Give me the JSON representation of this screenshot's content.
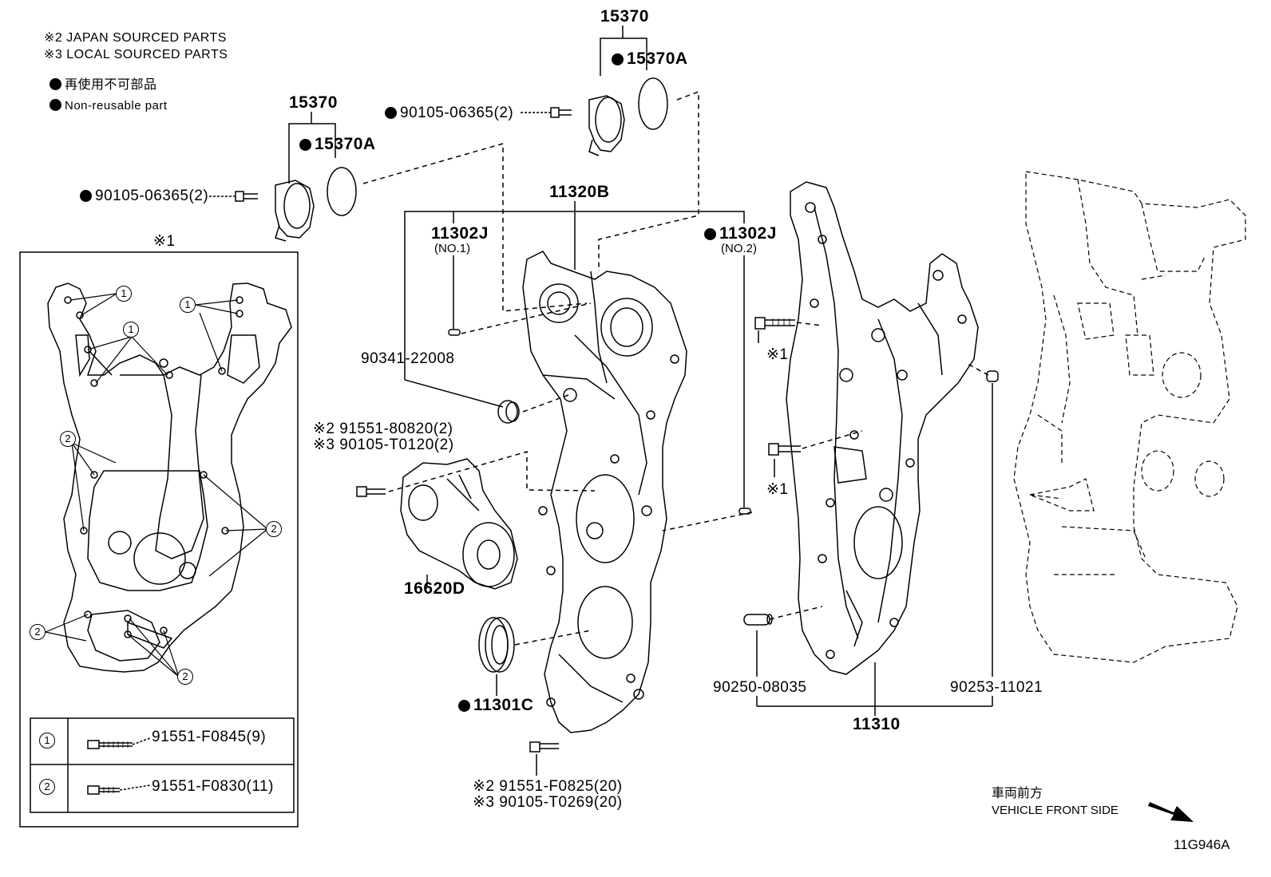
{
  "notes": {
    "note2": "※2 JAPAN SOURCED PARTS",
    "note3": "※3 LOCAL SOURCED PARTS",
    "nonreusable_jp": "再使用不可部品",
    "nonreusable_en": "Non-reusable part"
  },
  "callouts": {
    "p15370_top": "15370",
    "p15370a_top": "15370A",
    "p90105_top": "90105-06365(2)",
    "p15370_left": "15370",
    "p15370a_left": "15370A",
    "p90105_left": "90105-06365(2)",
    "p11320b": "11320B",
    "p11302j_1": "11302J",
    "p11302j_1_sub": "(NO.1)",
    "p11302j_2": "11302J",
    "p11302j_2_sub": "(NO.2)",
    "p90341": "90341-22008",
    "p91551_80820": "※2 91551-80820(2)",
    "p90105_t0120": "※3 90105-T0120(2)",
    "p16620d": "16620D",
    "p11301c": "11301C",
    "p91551_f0825": "※2 91551-F0825(20)",
    "p90105_t0269": "※3 90105-T0269(20)",
    "p90250": "90250-08035",
    "p90253": "90253-11021",
    "p11310": "11310",
    "mark_1a": "※1",
    "mark_1b": "※1"
  },
  "inset": {
    "title": "※1",
    "circle1": "1",
    "circle2": "2",
    "legend": [
      {
        "marker": "1",
        "part": "91551-F0845(9)"
      },
      {
        "marker": "2",
        "part": "91551-F0830(11)"
      }
    ]
  },
  "footer": {
    "vehicle_front_jp": "車両前方",
    "vehicle_front_en": "VEHICLE FRONT SIDE",
    "diagram_code": "11G946A"
  }
}
